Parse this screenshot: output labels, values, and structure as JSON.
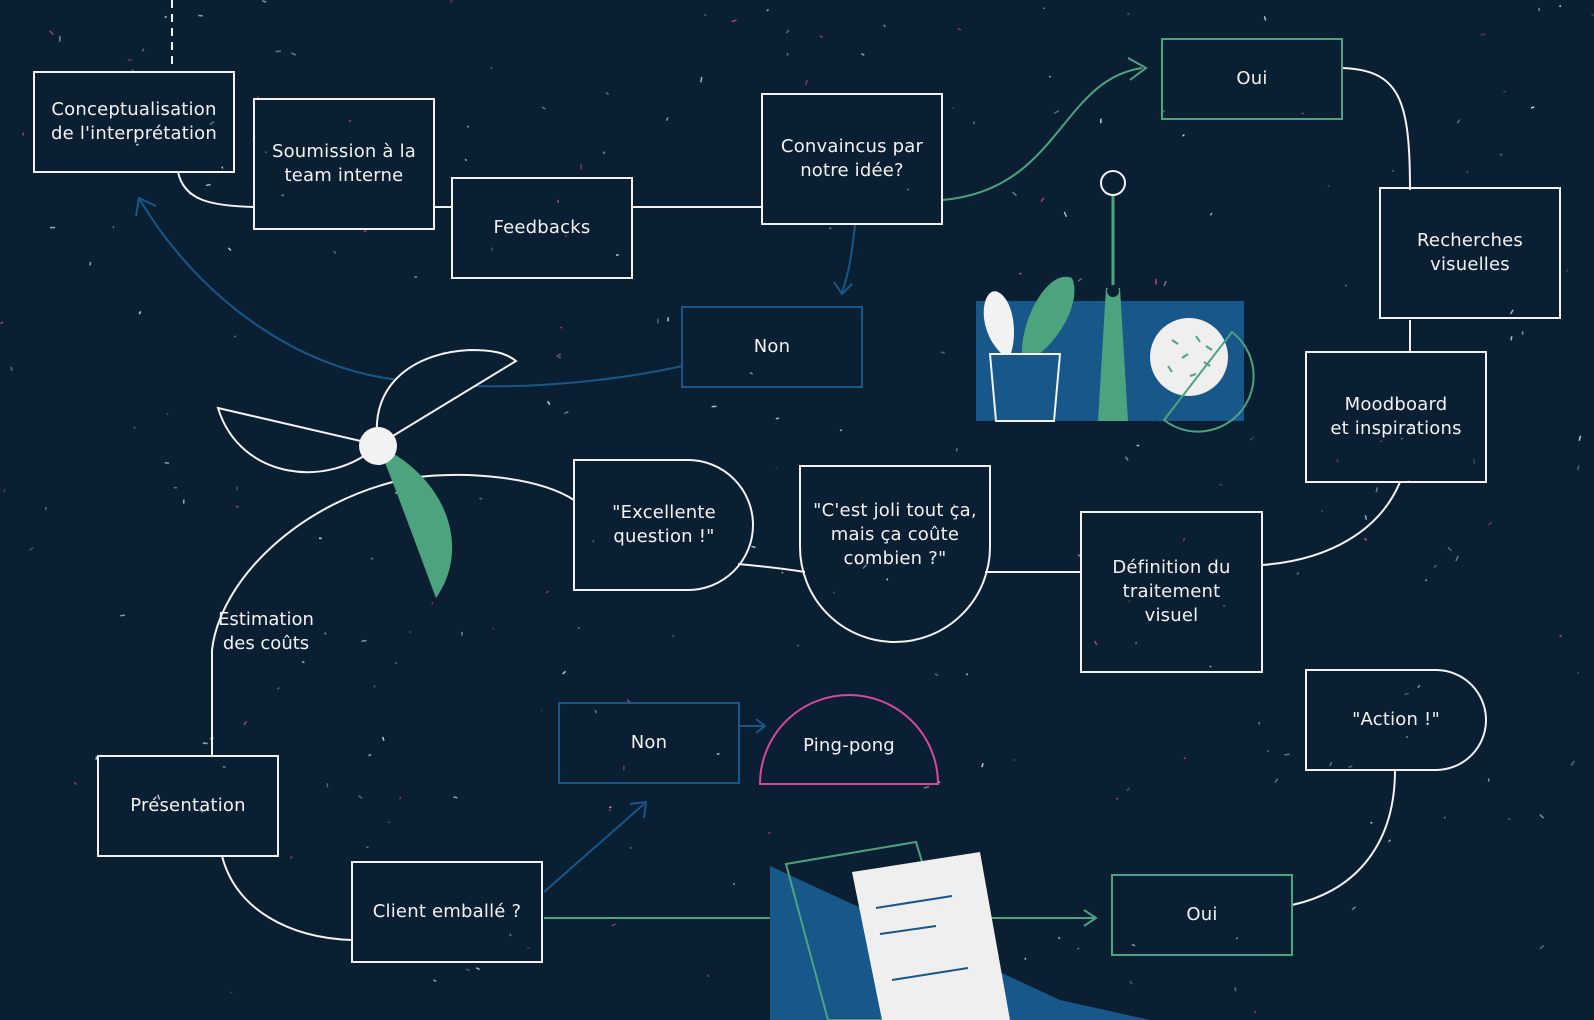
{
  "colors": {
    "background": "#0b1f33",
    "line_white": "#f2f2f2",
    "accent_green": "#4ca47f",
    "accent_blue": "#17578a",
    "accent_pink": "#d44a98",
    "paper": "#efefef"
  },
  "nodes": {
    "conceptualisation": "Conceptualisation\nde l'interprétation",
    "soumission": "Soumission à la\nteam interne",
    "feedbacks": "Feedbacks",
    "convaincus": "Convaincus par\nnotre idée?",
    "oui_top": "Oui",
    "non_top": "Non",
    "recherches": "Recherches\nvisuelles",
    "moodboard": "Moodboard\net inspirations",
    "excellente": "\"Excellente\nquestion !\"",
    "cest_joli": "\"C'est joli tout ça,\nmais ça coûte\ncombien ?\"",
    "definition": "Définition du\ntraitement\nvisuel",
    "estimation": "Estimation\ndes coûts",
    "presentation": "Présentation",
    "non_bottom": "Non",
    "ping_pong": "Ping-pong",
    "action": "\"Action !\"",
    "client": "Client emballé ?",
    "oui_bottom": "Oui"
  },
  "illustrations": [
    "pinwheel-icon",
    "plant-shelf-icon",
    "document-folder-icon"
  ]
}
